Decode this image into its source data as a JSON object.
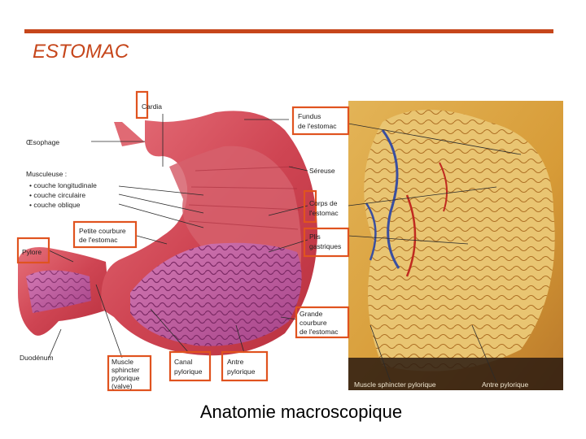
{
  "slide": {
    "title": "ESTOMAC",
    "caption": "Anatomie macroscopique"
  },
  "labels": {
    "cardia": "Cardia",
    "oesophage": "Œsophage",
    "musculeuse": "Musculeuse :",
    "couche_longitudinale": "• couche longitudinale",
    "couche_circulaire": "• couche circulaire",
    "couche_oblique": "• couche oblique",
    "petite_courbure_1": "Petite courbure",
    "petite_courbure_2": "de l'estomac",
    "pylore": "Pylore",
    "duodenum": "Duodénum",
    "muscle_sphincter_1": "Muscle",
    "muscle_sphincter_2": "sphincter",
    "muscle_sphincter_3": "pylorique",
    "muscle_sphincter_4": "(valve)",
    "canal_pylorique_1": "Canal",
    "canal_pylorique_2": "pylorique",
    "antre_pylorique_1": "Antre",
    "antre_pylorique_2": "pylorique",
    "fundus_1": "Fundus",
    "fundus_2": "de l'estomac",
    "sereuse": "Séreuse",
    "corps_1": "Corps de",
    "corps_2": "l'estomac",
    "plis_1": "Plis",
    "plis_2": "gastriques",
    "grande_courbure_1": "Grande",
    "grande_courbure_2": "courbure",
    "grande_courbure_3": "de l'estomac",
    "photo_muscle_sphincter": "Muscle sphincter pylorique",
    "photo_antre_pylorique": "Antre pylorique"
  },
  "colors": {
    "accent": "#c6461b",
    "box": "#e0531f",
    "muscle": "#d9525c",
    "mucosa": "#c25a9a",
    "photo_bg": "#d8a340"
  }
}
